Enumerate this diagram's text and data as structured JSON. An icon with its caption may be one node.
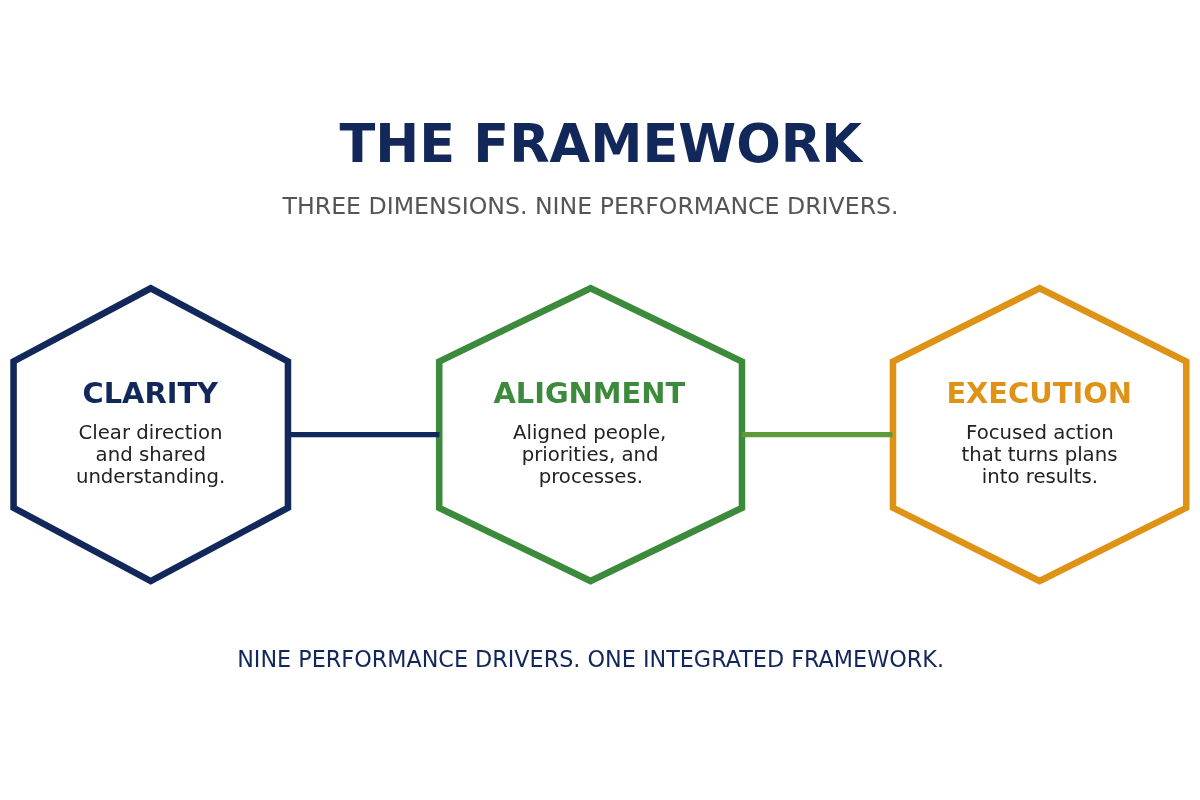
{
  "diagram": {
    "title": "THE FRAMEWORK",
    "nodes": [
      {
        "text": [
          "CLARITY",
          "Clear direction and shared understanding."
        ]
      },
      {
        "text": [
          "ALIGNMENT",
          "Aligned people, priorities, and processes."
        ]
      },
      {
        "text": [
          "EXECUTION",
          "Focused action that turns plans into results."
        ]
      }
    ],
    "edges": [
      {
        "from": 0,
        "to": 1,
        "arrow": "none",
        "color": "#13285a"
      },
      {
        "from": 1,
        "to": 2,
        "arrow": "none",
        "color": "#5e9a3a"
      }
    ],
    "labels": [
      "THREE DIMENSIONS. NINE PERFORMANCE DRIVERS.",
      "NINE PERFORMANCE DRIVERS. ONE INTEGRATED FRAMEWORK."
    ]
  }
}
